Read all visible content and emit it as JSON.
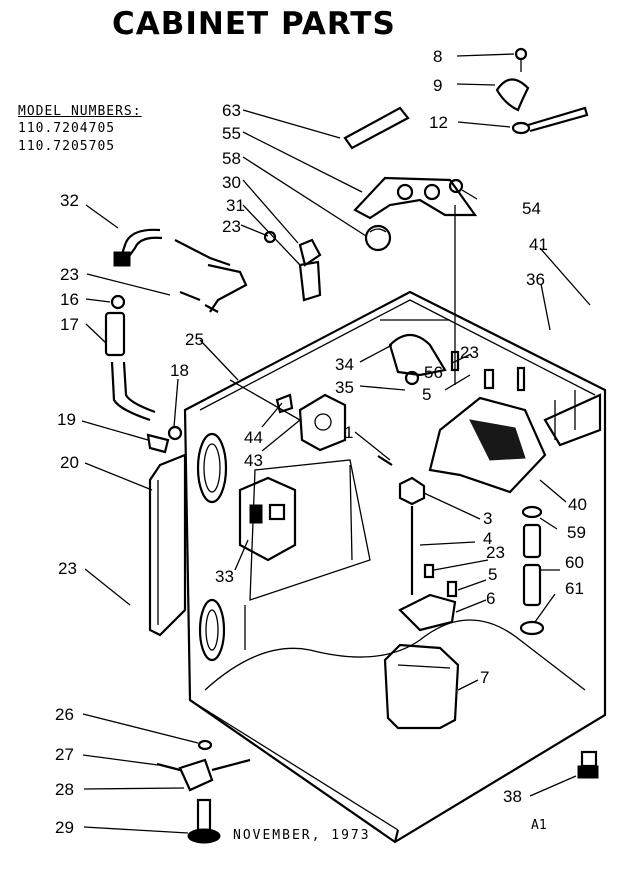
{
  "title": "CABINET PARTS",
  "model_numbers": {
    "heading": "MODEL NUMBERS:",
    "items": [
      "110.7204705",
      "110.7205705"
    ]
  },
  "footer_date": "NOVEMBER, 1973",
  "page_id": "A1",
  "callouts": [
    "8",
    "9",
    "12",
    "63",
    "55",
    "58",
    "54",
    "30",
    "31",
    "23",
    "32",
    "41",
    "36",
    "23",
    "16",
    "17",
    "25",
    "34",
    "35",
    "23",
    "56",
    "5",
    "18",
    "19",
    "44",
    "43",
    "1",
    "20",
    "40",
    "3",
    "59",
    "4",
    "23",
    "60",
    "5",
    "61",
    "6",
    "23",
    "33",
    "7",
    "26",
    "27",
    "28",
    "29",
    "38"
  ]
}
